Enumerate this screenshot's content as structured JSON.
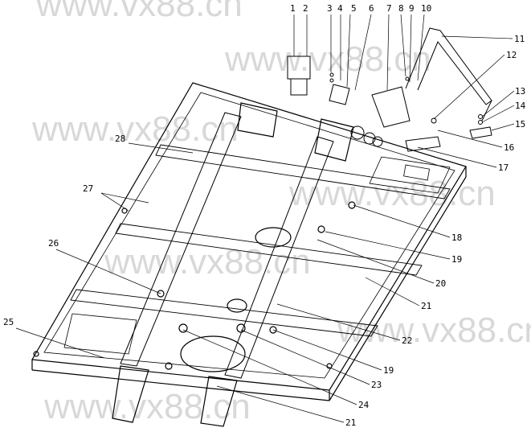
{
  "watermark": "www.vx88.cn",
  "callouts": {
    "c1": "1",
    "c2": "2",
    "c3": "3",
    "c4": "4",
    "c5": "5",
    "c6": "6",
    "c7": "7",
    "c8": "8",
    "c9": "9",
    "c10": "10",
    "c11": "11",
    "c12": "12",
    "c13": "13",
    "c14": "14",
    "c15": "15",
    "c16": "16",
    "c17": "17",
    "c18": "18",
    "c19a": "19",
    "c20": "20",
    "c21a": "21",
    "c22": "22",
    "c19b": "19",
    "c23": "23",
    "c24": "24",
    "c21b": "21",
    "c25": "25",
    "c26": "26",
    "c27": "27",
    "c28": "28"
  }
}
